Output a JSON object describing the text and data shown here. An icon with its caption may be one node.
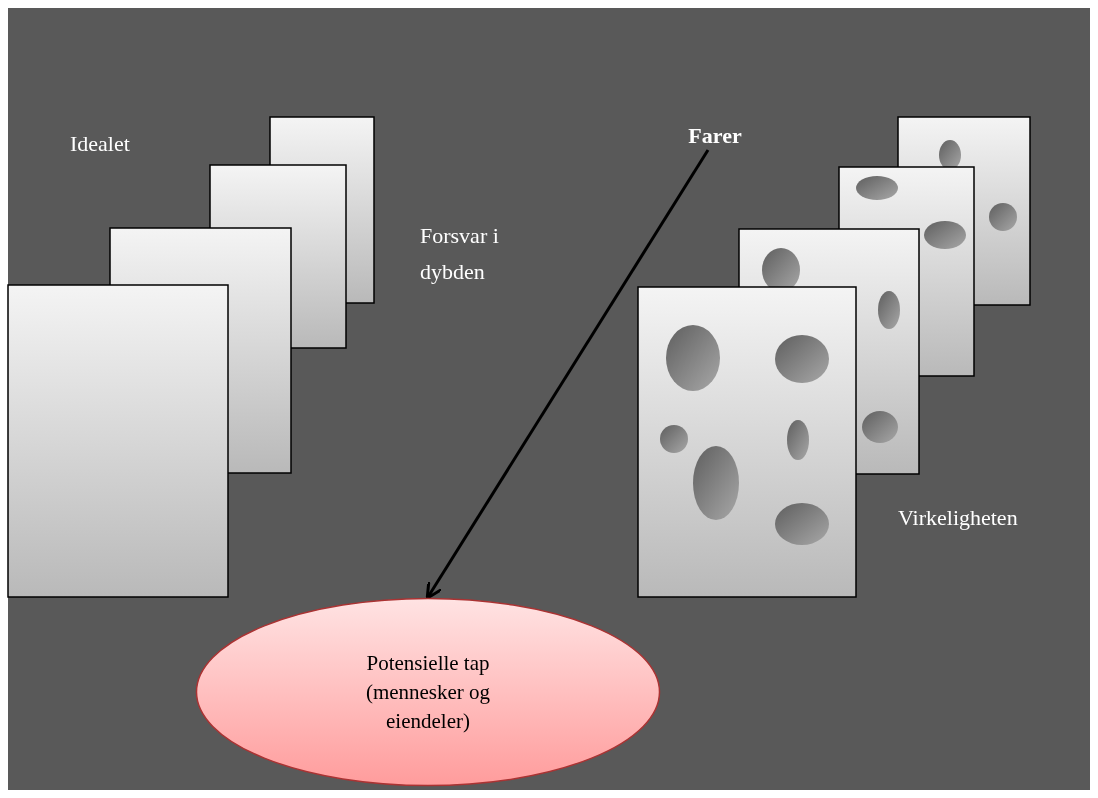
{
  "diagram": {
    "nodes": [
      {
        "text": [
          "Farer"
        ]
      },
      {
        "text": [
          "Potensielle tap (mennesker og eiendeler)"
        ]
      }
    ],
    "edges": [
      {
        "from": 0,
        "to": 1,
        "arrow": "to"
      }
    ],
    "labels": [
      "Idealet",
      "Forsvar i dybden",
      "Virkeligheten"
    ]
  }
}
